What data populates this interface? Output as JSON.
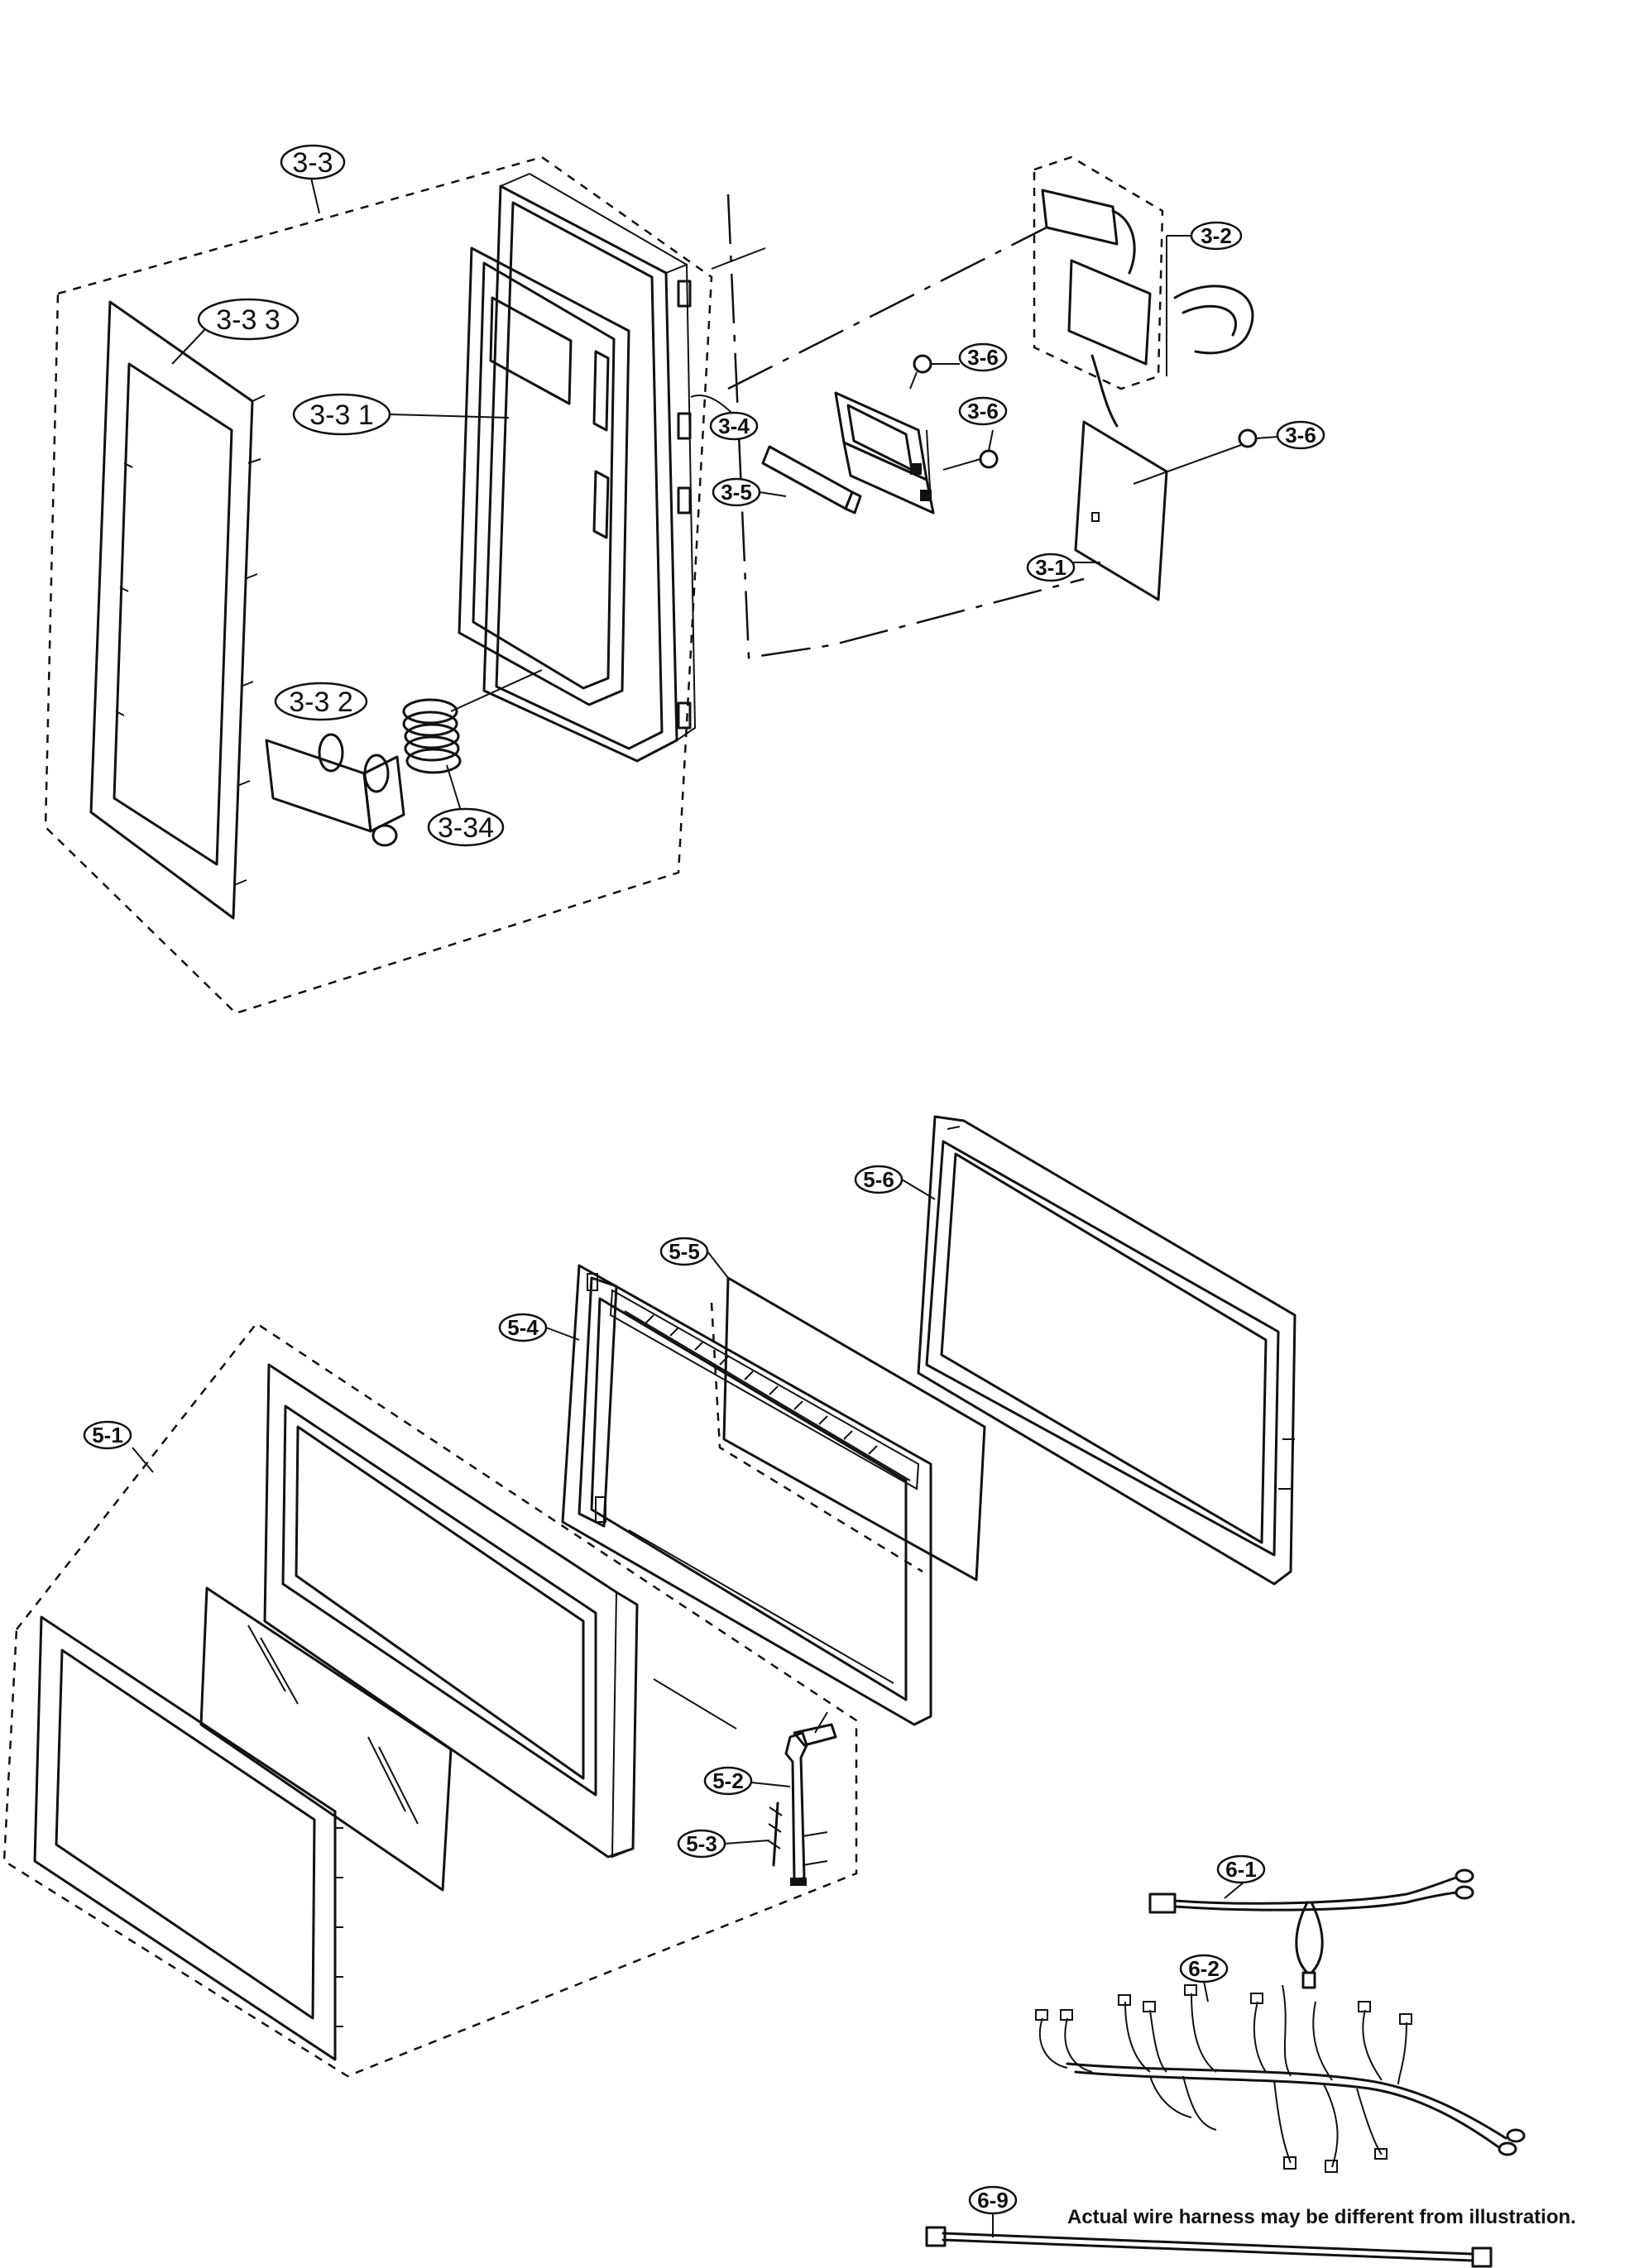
{
  "labels": {
    "l_3_3": "3-3",
    "l_3_2": "3-2",
    "l_3_33": "3-3 3",
    "l_3_31": "3-3 1",
    "l_3_32": "3-3 2",
    "l_3_34": "3-34",
    "l_3_4": "3-4",
    "l_3_5": "3-5",
    "l_3_6a": "3-6",
    "l_3_6b": "3-6",
    "l_3_6c": "3-6",
    "l_3_1": "3-1",
    "l_5_1": "5-1",
    "l_5_2": "5-2",
    "l_5_3": "5-3",
    "l_5_4": "5-4",
    "l_5_5": "5-5",
    "l_5_6": "5-6",
    "l_6_1": "6-1",
    "l_6_2": "6-2",
    "l_6_9": "6-9"
  },
  "note": "Actual wire harness may be different from illustration."
}
